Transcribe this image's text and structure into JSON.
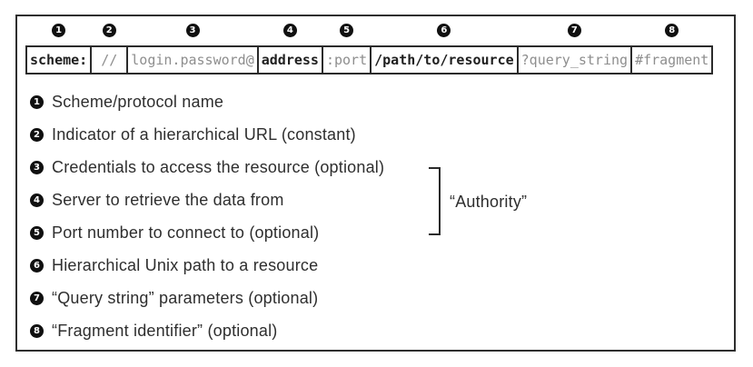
{
  "figure": {
    "url_bar": {
      "segments": [
        {
          "num": "1",
          "text": "scheme:",
          "emphasis": "strong"
        },
        {
          "num": "2",
          "text": "//",
          "emphasis": "muted"
        },
        {
          "num": "3",
          "text": "login.password@",
          "emphasis": "muted"
        },
        {
          "num": "4",
          "text": "address",
          "emphasis": "strong"
        },
        {
          "num": "5",
          "text": ":port",
          "emphasis": "muted"
        },
        {
          "num": "6",
          "text": "/path/to/resource",
          "emphasis": "strong"
        },
        {
          "num": "7",
          "text": "?query_string",
          "emphasis": "muted"
        },
        {
          "num": "8",
          "text": "#fragment",
          "emphasis": "muted"
        }
      ]
    },
    "legend": {
      "items": [
        {
          "num": "1",
          "text": "Scheme/protocol name"
        },
        {
          "num": "2",
          "text": "Indicator of a hierarchical URL (constant)"
        },
        {
          "num": "3",
          "text": "Credentials to access the resource (optional)"
        },
        {
          "num": "4",
          "text": "Server to retrieve the data from"
        },
        {
          "num": "5",
          "text": "Port number to connect to (optional)"
        },
        {
          "num": "6",
          "text": "Hierarchical Unix path to a resource"
        },
        {
          "num": "7",
          "text": "“Query string” parameters (optional)"
        },
        {
          "num": "8",
          "text": "“Fragment identifier” (optional)"
        }
      ],
      "authority_label": "“Authority”"
    },
    "colors": {
      "strong_text": "#1f1f1f",
      "muted_text": "#8e8e8e",
      "border": "#2b2b2b",
      "marker_fill": "#101010",
      "marker_digit": "#ffffff"
    }
  }
}
